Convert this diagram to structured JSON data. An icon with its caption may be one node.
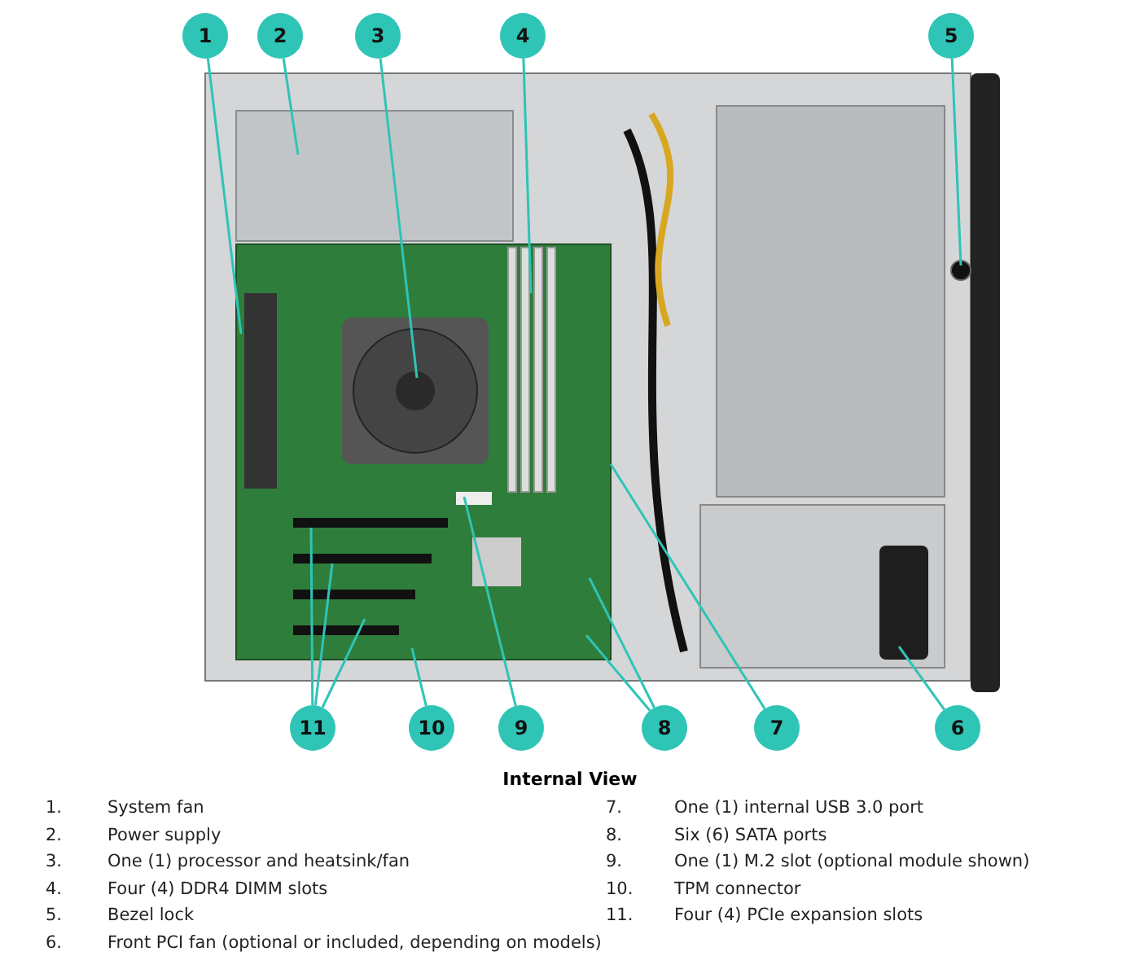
{
  "diagram": {
    "title": "Internal View",
    "nodes": [
      {
        "text": [
          "1"
        ]
      },
      {
        "text": [
          "2"
        ]
      },
      {
        "text": [
          "3"
        ]
      },
      {
        "text": [
          "4"
        ]
      },
      {
        "text": [
          "5"
        ]
      },
      {
        "text": [
          "11"
        ]
      },
      {
        "text": [
          "10"
        ]
      },
      {
        "text": [
          "9"
        ]
      },
      {
        "text": [
          "8"
        ]
      },
      {
        "text": [
          "7"
        ]
      },
      {
        "text": [
          "6"
        ]
      }
    ],
    "edges": [
      {
        "from": 0,
        "to": null,
        "arrow": "none"
      },
      {
        "from": 1,
        "to": null,
        "arrow": "none"
      },
      {
        "from": 2,
        "to": null,
        "arrow": "none"
      },
      {
        "from": 3,
        "to": null,
        "arrow": "none"
      },
      {
        "from": 4,
        "to": null,
        "arrow": "none"
      },
      {
        "from": 5,
        "to": null,
        "arrow": "none"
      },
      {
        "from": 5,
        "to": null,
        "arrow": "none"
      },
      {
        "from": 5,
        "to": null,
        "arrow": "none"
      },
      {
        "from": 6,
        "to": null,
        "arrow": "none"
      },
      {
        "from": 7,
        "to": null,
        "arrow": "none"
      },
      {
        "from": 8,
        "to": null,
        "arrow": "none"
      },
      {
        "from": 8,
        "to": null,
        "arrow": "none"
      },
      {
        "from": 9,
        "to": null,
        "arrow": "none"
      },
      {
        "from": 10,
        "to": null,
        "arrow": "none"
      }
    ],
    "labels": [
      "1.",
      "System fan",
      "7.",
      "One (1) internal USB 3.0 port",
      "2.",
      "Power supply",
      "8.",
      "Six (6) SATA ports",
      "3.",
      "One (1) processor and heatsink/fan",
      "9.",
      "One (1) M.2 slot (optional module shown)",
      "4.",
      "Four (4) DDR4 DIMM slots",
      "10.",
      "TPM connector",
      "5.",
      "Bezel lock",
      "11.",
      "Four (4) PCIe expansion slots",
      "6.",
      "Front PCI fan (optional or included, depending on models)"
    ]
  }
}
